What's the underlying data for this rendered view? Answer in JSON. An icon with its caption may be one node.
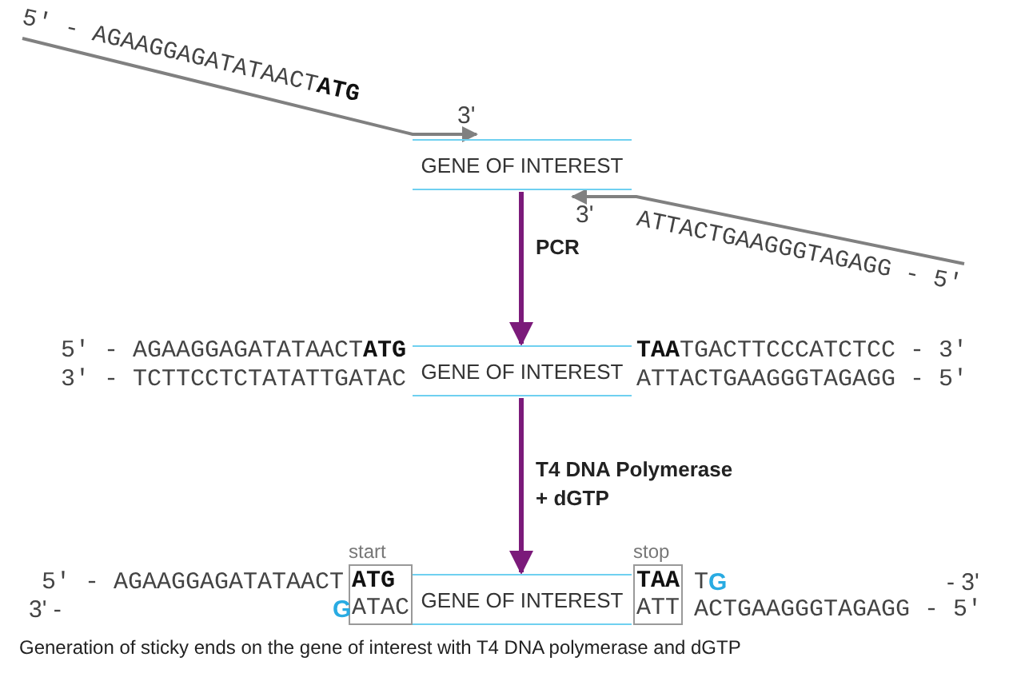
{
  "diagram": {
    "caption": "Generation of sticky ends on the gene of interest with T4 DNA polymerase and dGTP",
    "nodes": [
      {
        "text": [
          "5' - AGAAGGAGATATAACT**ATG**"
        ]
      },
      {
        "text": [
          "GENE OF INTEREST"
        ]
      },
      {
        "text": [
          "ATTACTGAAGGGTAGAGG - 5'"
        ]
      },
      {
        "text": [
          "GENE OF INTEREST"
        ]
      },
      {
        "text": [
          "start",
          "ATG",
          "ATAC"
        ]
      },
      {
        "text": [
          "GENE OF INTEREST"
        ]
      },
      {
        "text": [
          "stop",
          "TAA",
          "ATT"
        ]
      }
    ],
    "edges": [
      {
        "from": 0,
        "to": 1,
        "arrow": "to",
        "color": "#808080"
      },
      {
        "from": 2,
        "to": 1,
        "arrow": "to",
        "color": "#808080"
      },
      {
        "from": 1,
        "to": 3,
        "arrow": "to",
        "label": "PCR",
        "color": "#7b1a7a"
      },
      {
        "from": 3,
        "to": 5,
        "arrow": "to",
        "label": "T4 DNA Polymerase + dGTP",
        "color": "#7b1a7a"
      }
    ],
    "labels": [
      "3'",
      "3'",
      "5' - AGAAGGAGATATAACT**ATG**",
      "**TAA**TGACTTCCCATCTCC - 3'",
      "3' - TCTTCCTCTATATTGATAC",
      "ATTACTGAAGGGTAGAGG - 5'",
      "5' - AGAAGGAGATATAACT",
      "T",
      "G",
      "- 3'",
      "3' -",
      "G",
      "ACTGAAGGGTAGAGG - 5'"
    ]
  }
}
